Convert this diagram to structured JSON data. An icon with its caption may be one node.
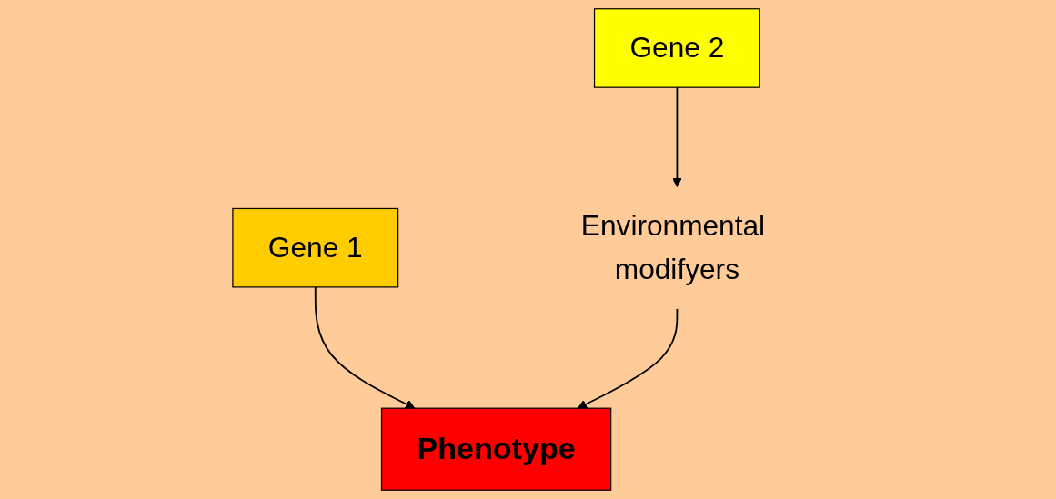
{
  "diagram": {
    "nodes": [
      {
        "text": [
          "Gene 1"
        ]
      },
      {
        "text": [
          "Gene 2"
        ]
      },
      {
        "text": [
          "Environmental modifyers"
        ]
      },
      {
        "text": [
          "Phenotype"
        ]
      }
    ],
    "edges": [
      {
        "from": 0,
        "to": 3,
        "arrow": "to"
      },
      {
        "from": 1,
        "to": 2,
        "arrow": "to"
      },
      {
        "from": 2,
        "to": 3,
        "arrow": "to"
      }
    ]
  }
}
